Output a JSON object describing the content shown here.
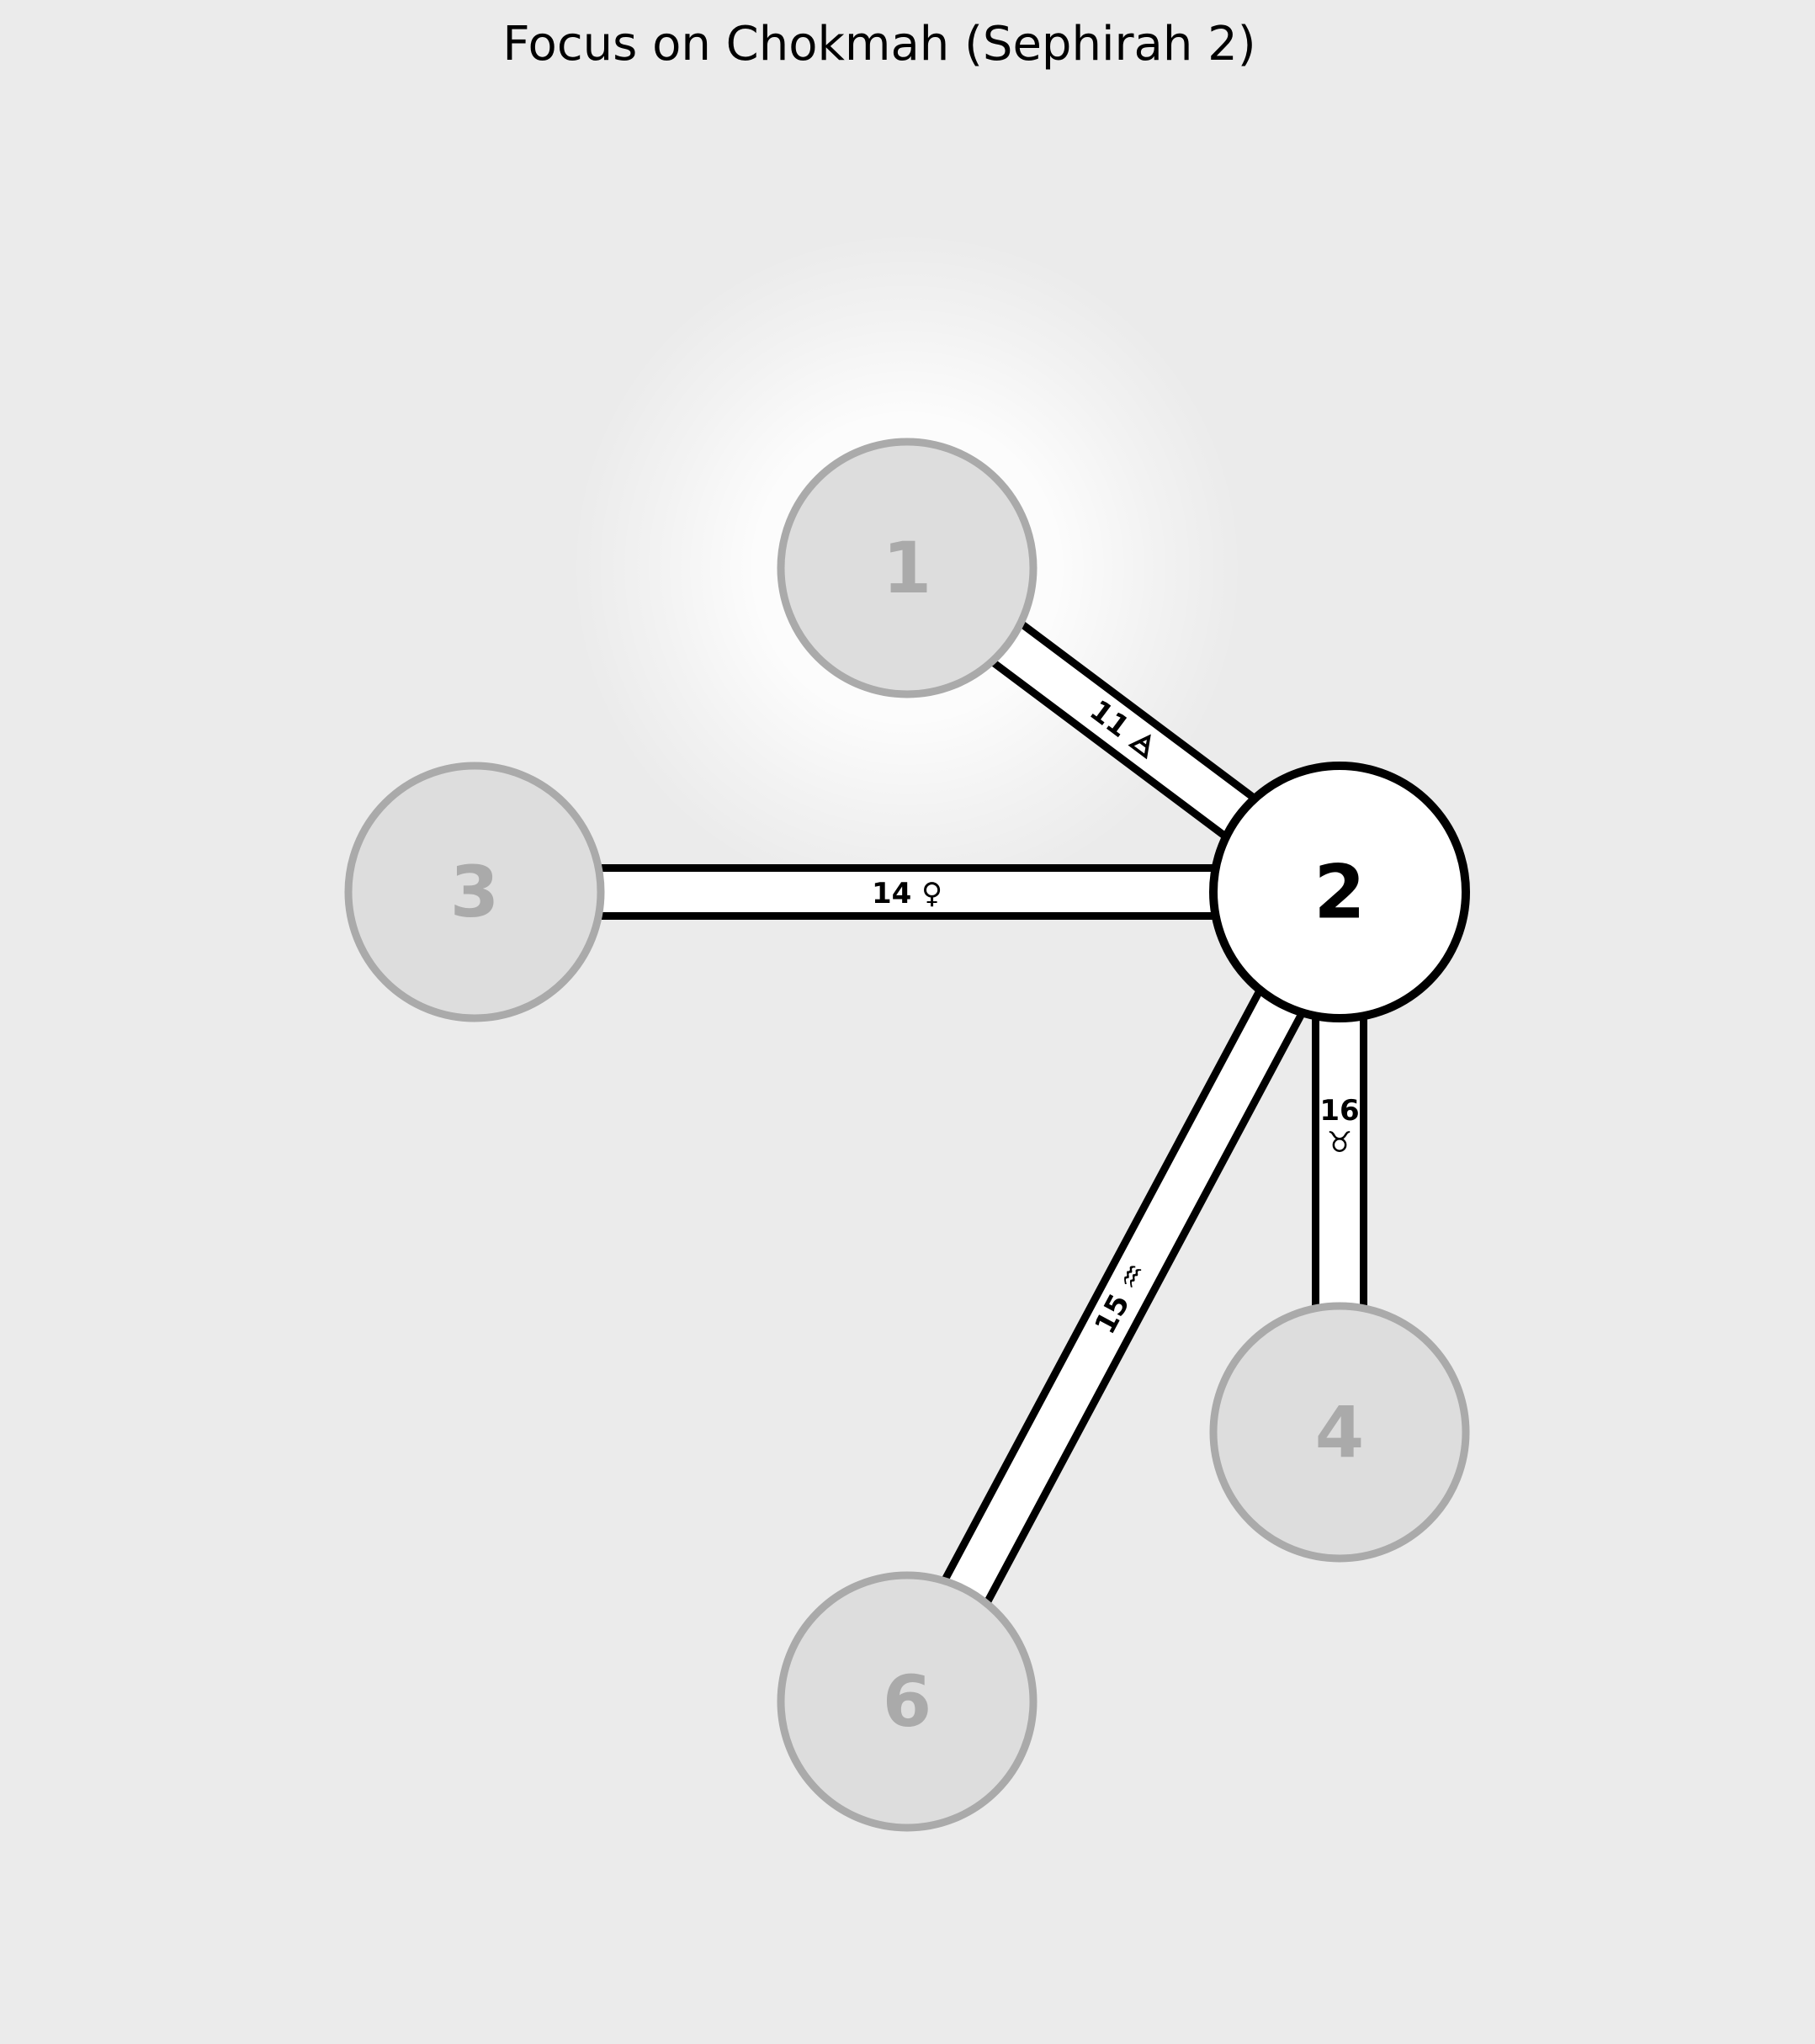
{
  "title": "Focus on Chokmah (Sephirah 2)",
  "colors": {
    "background": "#ebebeb",
    "focus_fill": "#ffffff",
    "focus_stroke": "#000000",
    "dim_fill": "#dddddd",
    "dim_stroke": "#aaaaaa",
    "dim_text": "#aaaaaa",
    "path_fill": "#ffffff",
    "path_stroke": "#000000",
    "glow": "#ffffff"
  },
  "focus_node": "2",
  "glow_node": "1",
  "nodes": [
    {
      "id": "1",
      "label": "1",
      "state": "dim"
    },
    {
      "id": "2",
      "label": "2",
      "state": "focus"
    },
    {
      "id": "3",
      "label": "3",
      "state": "dim"
    },
    {
      "id": "4",
      "label": "4",
      "state": "dim"
    },
    {
      "id": "6",
      "label": "6",
      "state": "dim"
    }
  ],
  "paths": [
    {
      "id": "11",
      "from": "2",
      "to": "1",
      "number": "11",
      "symbol": "🜁",
      "label": "11 🜁"
    },
    {
      "id": "14",
      "from": "2",
      "to": "3",
      "number": "14",
      "symbol": "♀",
      "label": "14 ♀"
    },
    {
      "id": "15",
      "from": "2",
      "to": "6",
      "number": "15",
      "symbol": "♒",
      "label": "15 ♒"
    },
    {
      "id": "16",
      "from": "2",
      "to": "4",
      "number": "16",
      "symbol": "♉",
      "label_lines": [
        "16",
        "♉"
      ]
    }
  ]
}
